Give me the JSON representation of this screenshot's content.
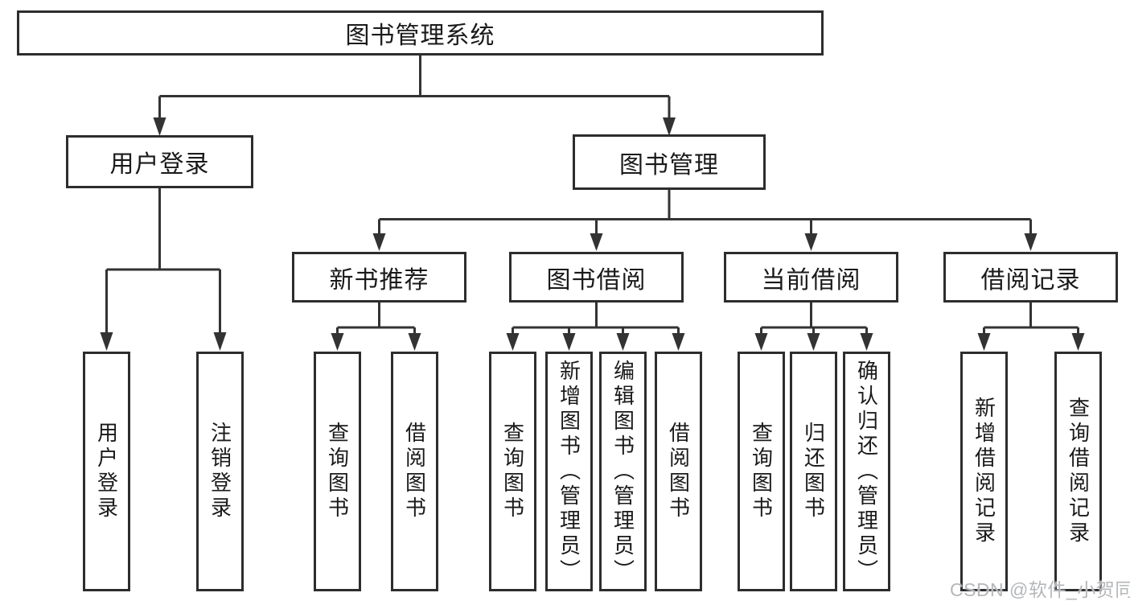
{
  "diagram": {
    "title": "图书管理系统",
    "tree": {
      "root": {
        "label": "图书管理系统"
      },
      "branches": [
        {
          "label": "用户登录",
          "leaves": [
            {
              "label": "用户登录"
            },
            {
              "label": "注销登录"
            }
          ]
        },
        {
          "label": "图书管理",
          "groups": [
            {
              "label": "新书推荐",
              "leaves": [
                {
                  "label": "查询图书"
                },
                {
                  "label": "借阅图书"
                }
              ]
            },
            {
              "label": "图书借阅",
              "leaves": [
                {
                  "label": "查询图书"
                },
                {
                  "label": "新增图书（管理员）"
                },
                {
                  "label": "编辑图书（管理员）"
                },
                {
                  "label": "借阅图书"
                }
              ]
            },
            {
              "label": "当前借阅",
              "leaves": [
                {
                  "label": "查询图书"
                },
                {
                  "label": "归还图书"
                },
                {
                  "label": "确认归还（管理员）"
                }
              ]
            },
            {
              "label": "借阅记录",
              "leaves": [
                {
                  "label": "新增借阅记录"
                },
                {
                  "label": "查询借阅记录"
                }
              ]
            }
          ]
        }
      ]
    },
    "watermark": "CSDN @软件_小贺同学",
    "colors": {
      "line": "#333333",
      "box_border": "#2d2d2d",
      "text": "#1a1a1a",
      "watermark": "#b5b7ba",
      "background": "#ffffff"
    }
  }
}
